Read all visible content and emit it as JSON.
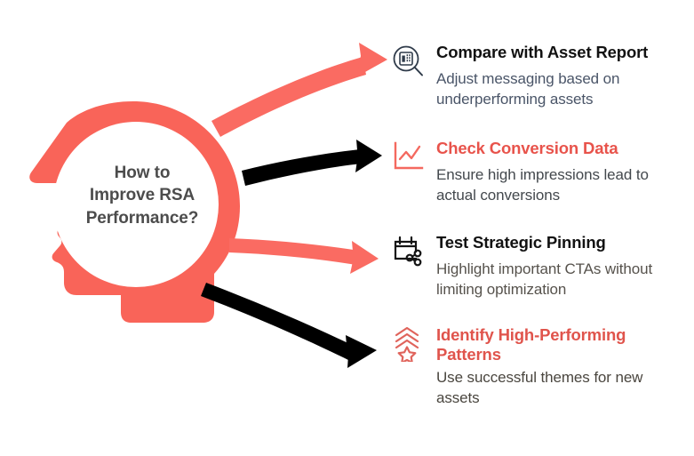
{
  "theme": {
    "coral": "#F96459",
    "coral_arrow": "#FA6B62",
    "red_heading": "#E8534B",
    "black_arrow": "#000000",
    "center_text_color": "#4C4C4C",
    "background": "#FFFFFF"
  },
  "center": {
    "question_line_1": "How to",
    "question_line_2": "Improve RSA",
    "question_line_3": "Performance?",
    "question_full": "How to Improve RSA Performance?",
    "graphic_name": "head-profile-with-thought-bubble"
  },
  "branches": [
    {
      "id": "compare-with-asset-report",
      "icon": "magnifier-report-icon",
      "icon_color": "#2F3B4A",
      "title": "Compare with Asset Report",
      "title_color": "#121212",
      "description": "Adjust messaging based on underperforming assets",
      "description_color": "#4A5568",
      "arrow": {
        "name": "arrow-to-compare",
        "color": "#FA6B62",
        "direction": "up-right-curved"
      }
    },
    {
      "id": "check-conversion-data",
      "icon": "line-chart-icon",
      "icon_color": "#F4695F",
      "title": "Check Conversion Data",
      "title_color": "#E8534B",
      "description": "Ensure high impressions lead to actual conversions",
      "description_color": "#43484D",
      "arrow": {
        "name": "arrow-to-conversion",
        "color": "#000000",
        "direction": "right-slight-curve"
      }
    },
    {
      "id": "test-strategic-pinning",
      "icon": "calendar-share-icon",
      "icon_color": "#141414",
      "title": "Test Strategic Pinning",
      "title_color": "#121212",
      "description": "Highlight important CTAs without limiting optimization",
      "description_color": "#56524C",
      "arrow": {
        "name": "arrow-to-pinning",
        "color": "#FA6B62",
        "direction": "right-slight-down"
      }
    },
    {
      "id": "identify-high-performing-patterns",
      "icon": "rising-star-icon",
      "icon_color": "#E0645C",
      "title": "Identify High-Performing Patterns",
      "title_color": "#E0544C",
      "description": "Use successful themes for new assets",
      "description_color": "#4A463F",
      "arrow": {
        "name": "arrow-to-patterns",
        "color": "#000000",
        "direction": "down-right-curved"
      }
    }
  ]
}
